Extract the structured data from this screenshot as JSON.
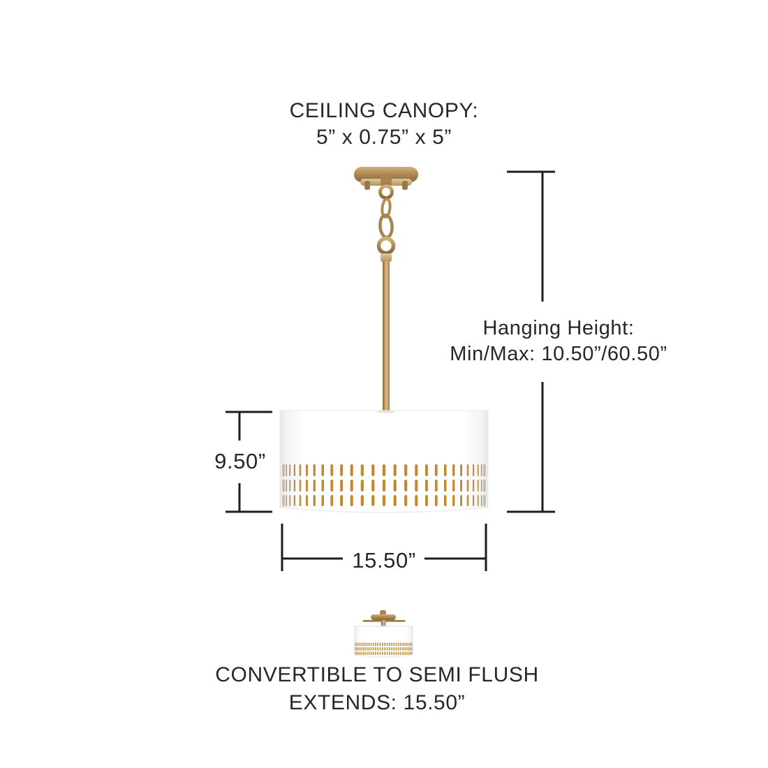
{
  "diagram": {
    "ceiling_canopy": {
      "line1": "CEILING CANOPY:",
      "line2": "5” x 0.75” x 5”"
    },
    "hanging_height": {
      "line1": "Hanging Height:",
      "line2": "Min/Max: 10.50”/60.50”"
    },
    "shade_height_label": "9.50”",
    "shade_width_label": "15.50”",
    "semi_flush": {
      "line1": "CONVERTIBLE TO SEMI FLUSH",
      "line2": "EXTENDS: 15.50”"
    }
  },
  "dimensions": {
    "ceiling_canopy_size": "5\" x 0.75\" x 5\"",
    "hanging_height_min": "10.50\"",
    "hanging_height_max": "60.50\"",
    "shade_height": "9.50\"",
    "shade_width": "15.50\"",
    "semi_flush_extends": "15.50\""
  },
  "colors": {
    "background": "#ffffff",
    "text": "#2a2627",
    "dimension_line": "#1f1c1d",
    "brass": "#b6935a",
    "brass_highlight": "#d9bc85",
    "brass_shadow": "#8a6a3c",
    "shade_white": "#ffffff",
    "shade_edge": "#e7e6e4",
    "slot_glow": "#c5872e",
    "slot_edge_gray": "#aba094"
  }
}
